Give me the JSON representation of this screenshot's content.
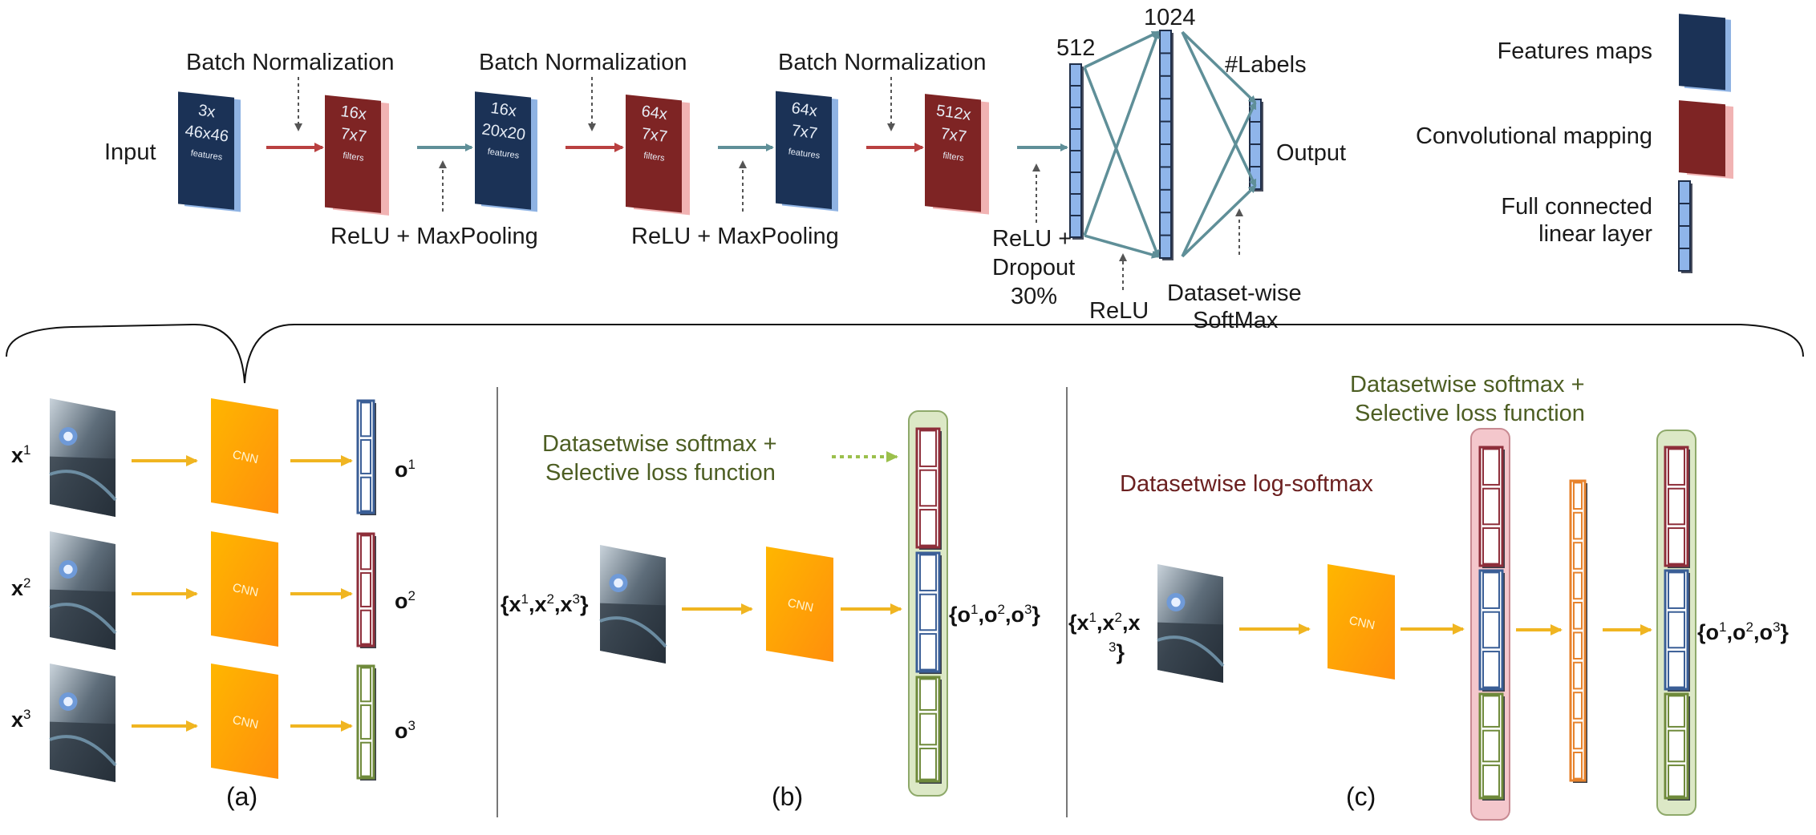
{
  "top": {
    "input_label": "Input",
    "batch_norm": [
      "Batch Normalization",
      "Batch Normalization",
      "Batch Normalization"
    ],
    "relu_pool": [
      "ReLU + MaxPooling",
      "ReLU + MaxPooling"
    ],
    "blocks": [
      {
        "kind": "features",
        "lines": [
          "3x",
          "46x46",
          "features"
        ]
      },
      {
        "kind": "filters",
        "lines": [
          "16x",
          "7x7",
          "filters"
        ]
      },
      {
        "kind": "features",
        "lines": [
          "16x",
          "20x20",
          "features"
        ]
      },
      {
        "kind": "filters",
        "lines": [
          "64x",
          "7x7",
          "filters"
        ]
      },
      {
        "kind": "features",
        "lines": [
          "64x",
          "7x7",
          "features"
        ]
      },
      {
        "kind": "filters",
        "lines": [
          "512x",
          "7x7",
          "filters"
        ]
      }
    ],
    "fc_sizes": [
      "512",
      "1024"
    ],
    "labels_count": "#Labels",
    "output_label": "Output",
    "relu_dropout": [
      "ReLU +",
      "Dropout",
      "30%"
    ],
    "relu": "ReLU",
    "dataset_softmax": [
      "Dataset-wise",
      "SoftMax"
    ]
  },
  "legend": {
    "features": "Features maps",
    "conv": "Convolutional mapping",
    "fc": [
      "Full connected",
      "linear layer"
    ]
  },
  "panel_a": {
    "inputs": [
      {
        "base": "x",
        "sup": "1"
      },
      {
        "base": "x",
        "sup": "2"
      },
      {
        "base": "x",
        "sup": "3"
      }
    ],
    "outputs": [
      {
        "base": "o",
        "sup": "1"
      },
      {
        "base": "o",
        "sup": "2"
      },
      {
        "base": "o",
        "sup": "3"
      }
    ],
    "cnn_label": "CNN",
    "caption": "(a)"
  },
  "panel_b": {
    "note": [
      "Datasetwise softmax +",
      "Selective loss function"
    ],
    "input_set": "{x1,x2,x3}",
    "output_set": "{o1,o2,o3}",
    "cnn_label": "CNN",
    "caption": "(b)"
  },
  "panel_c": {
    "note_green": [
      "Datasetwise softmax +",
      "Selective loss function"
    ],
    "note_red": "Datasetwise log-softmax",
    "input_set": "{x1,x2,x3}",
    "output_set": "{o1,o2,o3}",
    "cnn_label": "CNN",
    "caption": "(c)"
  },
  "colors": {
    "features_blue": "#1b3256",
    "features_light": "#8fb3e3",
    "conv_red": "#7e2424",
    "conv_light": "#f1b3b3",
    "fc_blue": "#8fb5ea",
    "arrow_teal": "#5f8f98",
    "arrow_red": "#b94040",
    "arrow_yellow": "#f0b521",
    "cnn_orange": "#ffa312",
    "green_text": "#4d5e23",
    "maroon_text": "#6b2020",
    "green_panel": "#dce8c6",
    "pink_panel": "#f4c7cc"
  }
}
